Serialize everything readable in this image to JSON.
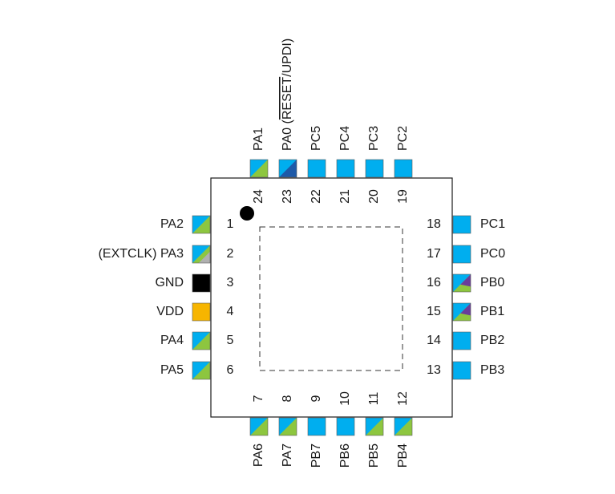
{
  "colors": {
    "io": "#00aeef",
    "analog": "#8dc63f",
    "updi": "#1e5aa8",
    "ext": "#b0b0b0",
    "power": "#f7b500",
    "ground": "#000000",
    "tosc": "#6a3d9a"
  },
  "package": {
    "pin1_marker": "filled-dot",
    "exposed_pad_outline": "dashed"
  },
  "pins": {
    "left": [
      {
        "num": "1",
        "label": "PA2",
        "pad": "io-analog"
      },
      {
        "num": "2",
        "label": "(EXTCLK) PA3",
        "pad": "io-analog-ext"
      },
      {
        "num": "3",
        "label": "GND",
        "pad": "ground"
      },
      {
        "num": "4",
        "label": "VDD",
        "pad": "power"
      },
      {
        "num": "5",
        "label": "PA4",
        "pad": "io-analog"
      },
      {
        "num": "6",
        "label": "PA5",
        "pad": "io-analog"
      }
    ],
    "right": [
      {
        "num": "18",
        "label": "PC1",
        "pad": "io"
      },
      {
        "num": "17",
        "label": "PC0",
        "pad": "io"
      },
      {
        "num": "16",
        "label": "PB0",
        "pad": "io-analog-tosc"
      },
      {
        "num": "15",
        "label": "PB1",
        "pad": "io-analog-tosc"
      },
      {
        "num": "14",
        "label": "PB2",
        "pad": "io"
      },
      {
        "num": "13",
        "label": "PB3",
        "pad": "io"
      }
    ],
    "top": [
      {
        "num": "24",
        "label": "PA1",
        "pad": "io-analog"
      },
      {
        "num": "23",
        "label": "PA0",
        "extra": "(RESET/UPDI)",
        "pad": "io-updi"
      },
      {
        "num": "22",
        "label": "PC5",
        "pad": "io"
      },
      {
        "num": "21",
        "label": "PC4",
        "pad": "io"
      },
      {
        "num": "20",
        "label": "PC3",
        "pad": "io"
      },
      {
        "num": "19",
        "label": "PC2",
        "pad": "io"
      }
    ],
    "bottom": [
      {
        "num": "7",
        "label": "PA6",
        "pad": "io-analog"
      },
      {
        "num": "8",
        "label": "PA7",
        "pad": "io-analog"
      },
      {
        "num": "9",
        "label": "PB7",
        "pad": "io"
      },
      {
        "num": "10",
        "label": "PB6",
        "pad": "io"
      },
      {
        "num": "11",
        "label": "PB5",
        "pad": "io-analog"
      },
      {
        "num": "12",
        "label": "PB4",
        "pad": "io-analog"
      }
    ]
  }
}
